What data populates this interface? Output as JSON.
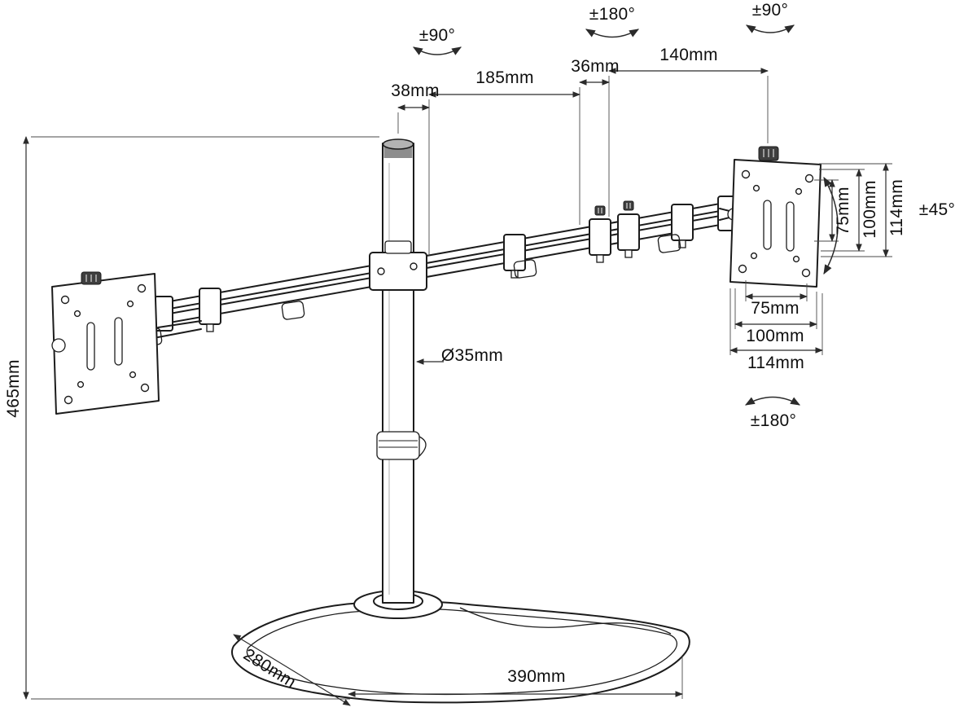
{
  "diagram": {
    "rotation_labels": {
      "pole_swivel": "±90°",
      "arm_joint_swivel": "±180°",
      "monitor_rotate": "±90°",
      "tilt": "±45°",
      "plate_rotate": "±180°"
    },
    "dimension_labels": {
      "pole_top": "38mm",
      "arm_inner": "185mm",
      "joint_gap": "36mm",
      "arm_outer": "140mm",
      "vesa_v_75": "75mm",
      "vesa_v_100": "100mm",
      "vesa_v_114": "114mm",
      "vesa_h_75": "75mm",
      "vesa_h_100": "100mm",
      "vesa_h_114": "114mm",
      "pole_diameter": "Ø35mm",
      "total_height": "465mm",
      "base_depth": "280mm",
      "base_width": "390mm"
    }
  }
}
